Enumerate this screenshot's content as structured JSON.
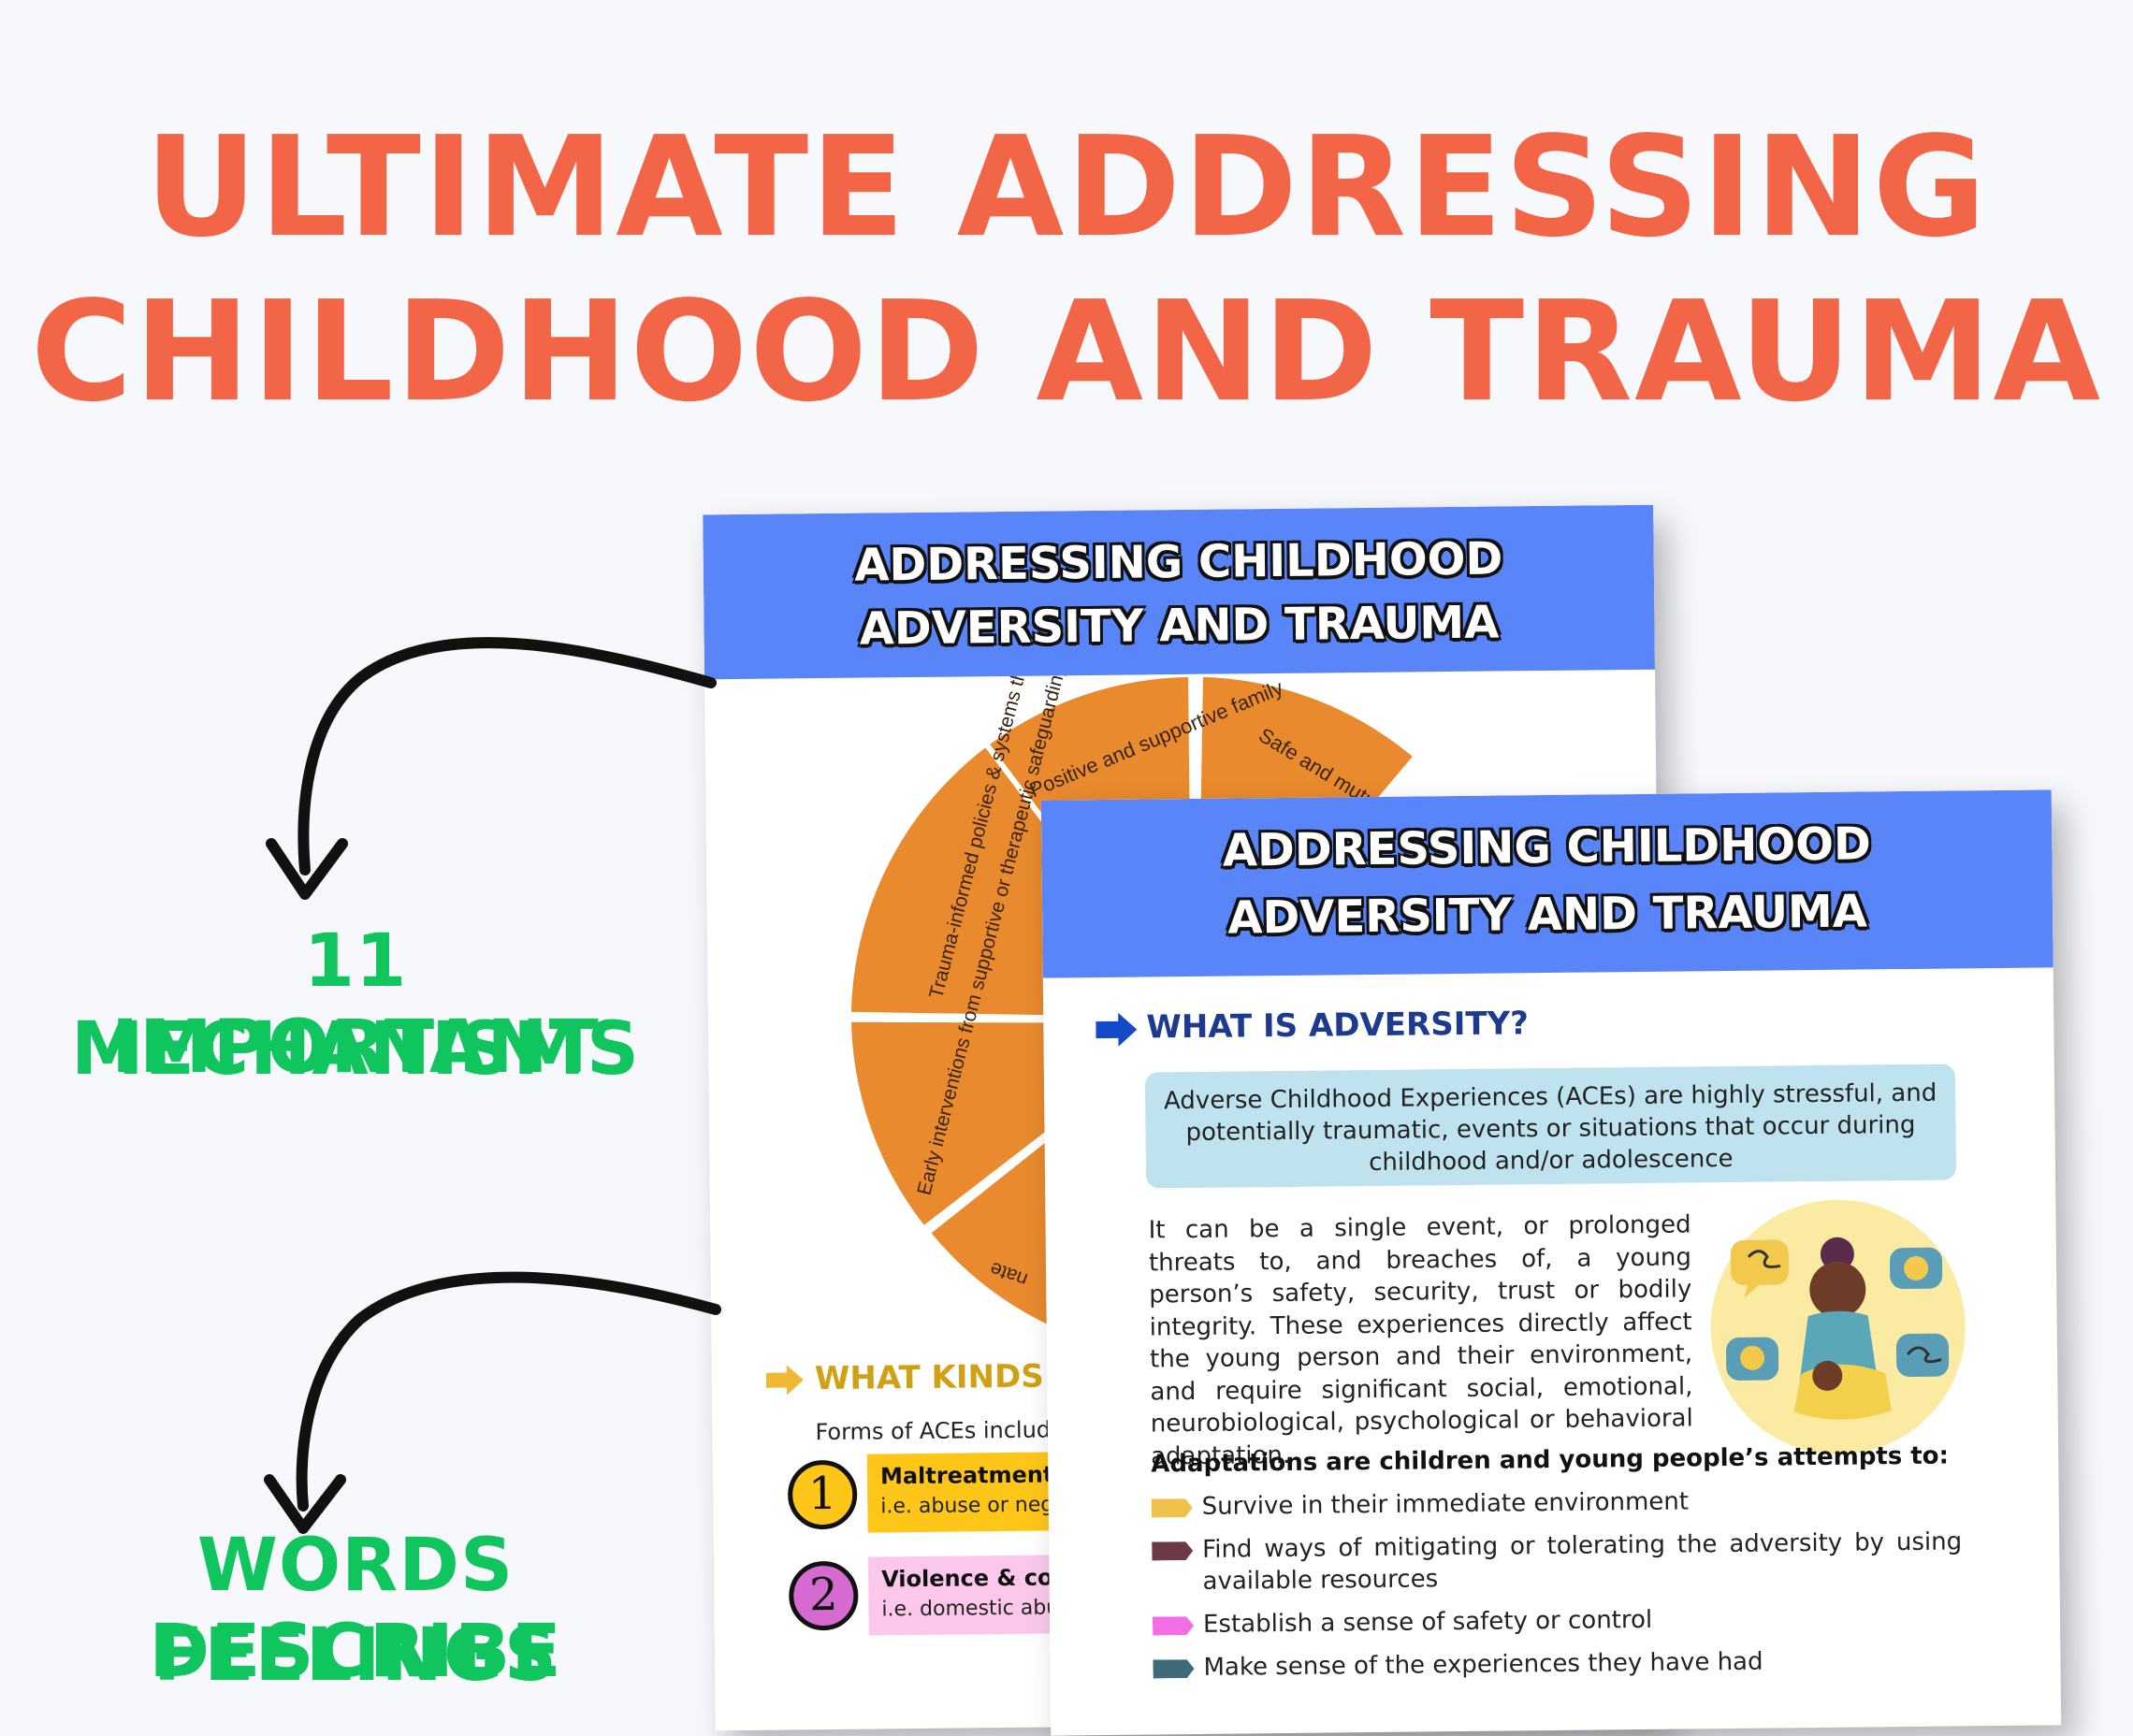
{
  "title": {
    "line1": "ULTIMATE ADDRESSING",
    "line2": "CHILDHOOD AND TRAUMA"
  },
  "side_labels": {
    "mechanisms_line1": "11 IMPORTANT",
    "mechanisms_line2": "MECHANISMS",
    "feelings_line1": "WORDS DESCRIBE",
    "feelings_line2": "FEELINGS"
  },
  "back_page": {
    "header_line1": "ADDRESSING CHILDHOOD",
    "header_line2": "ADVERSITY AND TRAUMA",
    "wheel_segments": [
      "Positive and supportive family",
      "Safe and mutual relati",
      "Trauma-informed policies & systems that address bullying, harassment or victimi",
      "Early interventions from supportive or therapeutic safeguarding services",
      "nate"
    ],
    "kinds_heading": "WHAT KINDS O",
    "forms_label": "Forms of ACEs include:",
    "aces": [
      {
        "number": "1",
        "title": "Maltreatment",
        "subtitle": "i.e. abuse or neg",
        "color": "#ffc61a"
      },
      {
        "number": "2",
        "title": "Violence & coer",
        "subtitle": "i.e. domestic abu",
        "color": "#fbc8ec"
      }
    ]
  },
  "front_page": {
    "header_line1": "ADDRESSING CHILDHOOD",
    "header_line2": "ADVERSITY AND TRAUMA",
    "section_heading": "WHAT IS ADVERSITY?",
    "definition": "Adverse Childhood Experiences (ACEs) are highly stressful, and potentially traumatic, events or situations that occur during childhood and/or adolescence",
    "body": "It can be a single event, or prolonged threats to, and breaches of, a young person’s safety, security, trust or bodily integrity. These experiences directly affect the young person and their environment, and require significant social, emotional, neurobiological, psychological or behavioral adaptation.",
    "adaptations_heading": "Adaptations are children and young people’s attempts to:",
    "adaptations": [
      {
        "text": "Survive in their immediate environment",
        "color": "#f0c24a"
      },
      {
        "text": "Find ways of mitigating or tolerating the adversity by using available resources",
        "color": "#6b3a45"
      },
      {
        "text": "Establish a sense of safety or control",
        "color": "#f36ee6"
      },
      {
        "text": "Make sense of the experiences they have had",
        "color": "#3e6b7a"
      }
    ]
  },
  "colors": {
    "title": "#f26647",
    "side_label": "#10c45e",
    "header_blue": "#5a85f8",
    "wheel_orange": "#e98a2e"
  }
}
